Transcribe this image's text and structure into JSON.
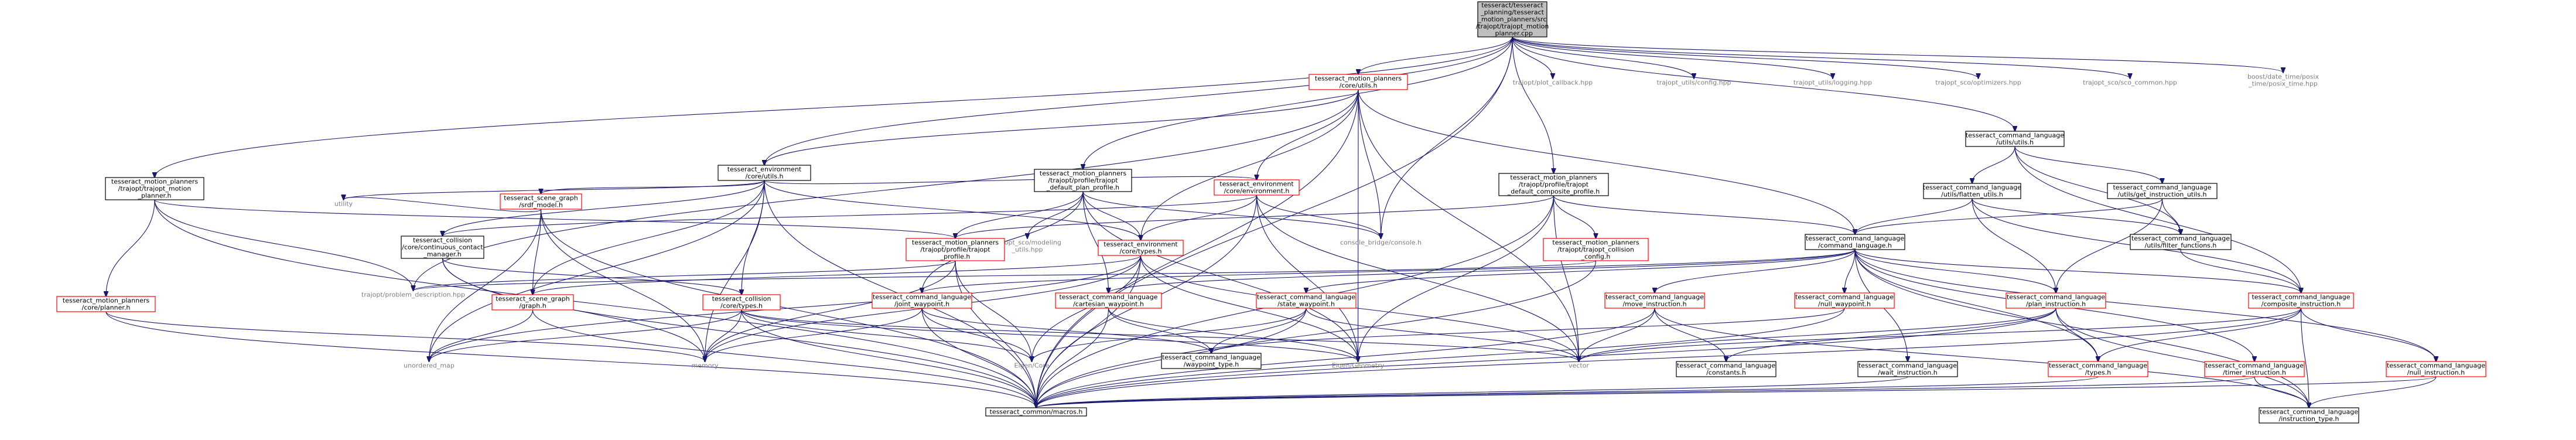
{
  "colors": {
    "edge": "#191970",
    "root_fill": "#bfbfbf",
    "link_border": "#ff0000",
    "doc_border": "#000000",
    "external_text": "#7f7f7f"
  },
  "nodes": [
    {
      "id": "root",
      "kind": "root",
      "lines": [
        "tesseract/tesseract",
        "_planning/tesseract",
        "_motion_planners/src",
        "/trajopt/trajopt_motion",
        "_planner.cpp"
      ]
    },
    {
      "id": "core_utils",
      "kind": "red",
      "lines": [
        "tesseract_motion_planners",
        "/core/utils.h"
      ]
    },
    {
      "id": "plot_callback",
      "kind": "external",
      "lines": [
        "trajopt/plot_callback.hpp"
      ]
    },
    {
      "id": "trajopt_utils_config",
      "kind": "external",
      "lines": [
        "trajopt_utils/config.hpp"
      ]
    },
    {
      "id": "trajopt_utils_logging",
      "kind": "external",
      "lines": [
        "trajopt_utils/logging.hpp"
      ]
    },
    {
      "id": "trajopt_sco_optimizers",
      "kind": "external",
      "lines": [
        "trajopt_sco/optimizers.hpp"
      ]
    },
    {
      "id": "trajopt_sco_common",
      "kind": "external",
      "lines": [
        "trajopt_sco/sco_common.hpp"
      ]
    },
    {
      "id": "boost_posix",
      "kind": "external",
      "lines": [
        "boost/date_time/posix",
        "_time/posix_time.hpp"
      ]
    },
    {
      "id": "cl_utils",
      "kind": "plain",
      "lines": [
        "tesseract_command_language",
        "/utils/utils.h"
      ]
    },
    {
      "id": "env_core_utils",
      "kind": "plain",
      "lines": [
        "tesseract_environment",
        "/core/utils.h"
      ]
    },
    {
      "id": "mp_trajopt_planner",
      "kind": "plain",
      "lines": [
        "tesseract_motion_planners",
        "/trajopt/trajopt_motion",
        "_planner.h"
      ]
    },
    {
      "id": "default_plan_profile",
      "kind": "plain",
      "lines": [
        "tesseract_motion_planners",
        "/trajopt/profile/trajopt",
        "_default_plan_profile.h"
      ]
    },
    {
      "id": "default_composite_profile",
      "kind": "plain",
      "lines": [
        "tesseract_motion_planners",
        "/trajopt/profile/trajopt",
        "_default_composite_profile.h"
      ]
    },
    {
      "id": "flatten_utils",
      "kind": "plain",
      "lines": [
        "tesseract_command_language",
        "/utils/flatten_utils.h"
      ]
    },
    {
      "id": "get_instruction_utils",
      "kind": "plain",
      "lines": [
        "tesseract_command_language",
        "/utils/get_instruction_utils.h"
      ]
    },
    {
      "id": "scene_graph_srdf",
      "kind": "red",
      "lines": [
        "tesseract_scene_graph",
        "/srdf_model.h"
      ]
    },
    {
      "id": "env_core_environment",
      "kind": "red",
      "lines": [
        "tesseract_environment",
        "/core/environment.h"
      ]
    },
    {
      "id": "utility",
      "kind": "external",
      "lines": [
        "utility"
      ]
    },
    {
      "id": "collision_contact_manager",
      "kind": "plain",
      "lines": [
        "tesseract_collision",
        "/core/continuous_contact",
        "_manager.h"
      ]
    },
    {
      "id": "trajopt_sco_modeling",
      "kind": "external",
      "lines": [
        "trajopt_sco/modeling",
        "_utils.hpp"
      ]
    },
    {
      "id": "console_bridge",
      "kind": "external",
      "lines": [
        "console_bridge/console.h"
      ]
    },
    {
      "id": "filter_functions",
      "kind": "plain",
      "lines": [
        "tesseract_command_language",
        "/utils/filter_functions.h"
      ]
    },
    {
      "id": "command_language",
      "kind": "plain",
      "lines": [
        "tesseract_command_language",
        "/command_language.h"
      ]
    },
    {
      "id": "trajopt_profile",
      "kind": "red",
      "lines": [
        "tesseract_motion_planners",
        "/trajopt/profile/trajopt",
        "_profile.h"
      ]
    },
    {
      "id": "env_core_types",
      "kind": "red",
      "lines": [
        "tesseract_environment",
        "/core/types.h"
      ]
    },
    {
      "id": "collision_config",
      "kind": "red",
      "lines": [
        "tesseract_motion_planners",
        "/trajopt/trajopt_collision",
        "_config.h"
      ]
    },
    {
      "id": "mp_core_planner",
      "kind": "red",
      "lines": [
        "tesseract_motion_planners",
        "/core/planner.h"
      ]
    },
    {
      "id": "problem_description",
      "kind": "external",
      "lines": [
        "trajopt/problem_description.hpp"
      ]
    },
    {
      "id": "scene_graph_graph",
      "kind": "red",
      "lines": [
        "tesseract_scene_graph",
        "/graph.h"
      ]
    },
    {
      "id": "collision_core_types",
      "kind": "red",
      "lines": [
        "tesseract_collision",
        "/core/types.h"
      ]
    },
    {
      "id": "joint_waypoint",
      "kind": "red",
      "lines": [
        "tesseract_command_language",
        "/joint_waypoint.h"
      ]
    },
    {
      "id": "cartesian_waypoint",
      "kind": "red",
      "lines": [
        "tesseract_command_language",
        "/cartesian_waypoint.h"
      ]
    },
    {
      "id": "state_waypoint",
      "kind": "red",
      "lines": [
        "tesseract_command_language",
        "/state_waypoint.h"
      ]
    },
    {
      "id": "move_instruction",
      "kind": "red",
      "lines": [
        "tesseract_command_language",
        "/move_instruction.h"
      ]
    },
    {
      "id": "null_waypoint",
      "kind": "red",
      "lines": [
        "tesseract_command_language",
        "/null_waypoint.h"
      ]
    },
    {
      "id": "plan_instruction",
      "kind": "red",
      "lines": [
        "tesseract_command_language",
        "/plan_instruction.h"
      ]
    },
    {
      "id": "composite_instruction",
      "kind": "red",
      "lines": [
        "tesseract_command_language",
        "/composite_instruction.h"
      ]
    },
    {
      "id": "unordered_map",
      "kind": "external",
      "lines": [
        "unordered_map"
      ]
    },
    {
      "id": "memory",
      "kind": "external",
      "lines": [
        "memory"
      ]
    },
    {
      "id": "eigen_core",
      "kind": "external",
      "lines": [
        "Eigen/Core"
      ]
    },
    {
      "id": "waypoint_type",
      "kind": "plain",
      "lines": [
        "tesseract_command_language",
        "/waypoint_type.h"
      ]
    },
    {
      "id": "eigen_geometry",
      "kind": "external",
      "lines": [
        "Eigen/Geometry"
      ]
    },
    {
      "id": "vector",
      "kind": "external",
      "lines": [
        "vector"
      ]
    },
    {
      "id": "constants",
      "kind": "plain",
      "lines": [
        "tesseract_command_language",
        "/constants.h"
      ]
    },
    {
      "id": "wait_instruction",
      "kind": "plain",
      "lines": [
        "tesseract_command_language",
        "/wait_instruction.h"
      ]
    },
    {
      "id": "cl_types",
      "kind": "red",
      "lines": [
        "tesseract_command_language",
        "/types.h"
      ]
    },
    {
      "id": "timer_instruction",
      "kind": "red",
      "lines": [
        "tesseract_command_language",
        "/timer_instruction.h"
      ]
    },
    {
      "id": "null_instruction",
      "kind": "red",
      "lines": [
        "tesseract_command_language",
        "/null_instruction.h"
      ]
    },
    {
      "id": "macros",
      "kind": "plain",
      "lines": [
        "tesseract_common/macros.h"
      ]
    },
    {
      "id": "instruction_type",
      "kind": "plain",
      "lines": [
        "tesseract_command_language",
        "/instruction_type.h"
      ]
    }
  ],
  "edges": [
    [
      "root",
      "core_utils"
    ],
    [
      "root",
      "plot_callback"
    ],
    [
      "root",
      "trajopt_utils_config"
    ],
    [
      "root",
      "trajopt_utils_logging"
    ],
    [
      "root",
      "trajopt_sco_optimizers"
    ],
    [
      "root",
      "trajopt_sco_common"
    ],
    [
      "root",
      "boost_posix"
    ],
    [
      "root",
      "cl_utils"
    ],
    [
      "root",
      "env_core_utils"
    ],
    [
      "root",
      "mp_trajopt_planner"
    ],
    [
      "root",
      "default_plan_profile"
    ],
    [
      "root",
      "default_composite_profile"
    ],
    [
      "root",
      "console_bridge"
    ],
    [
      "root",
      "macros"
    ],
    [
      "core_utils",
      "env_core_utils"
    ],
    [
      "core_utils",
      "env_core_environment"
    ],
    [
      "core_utils",
      "command_language"
    ],
    [
      "core_utils",
      "console_bridge"
    ],
    [
      "core_utils",
      "problem_description"
    ],
    [
      "core_utils",
      "env_core_types"
    ],
    [
      "core_utils",
      "macros"
    ],
    [
      "core_utils",
      "eigen_geometry"
    ],
    [
      "core_utils",
      "vector"
    ],
    [
      "cl_utils",
      "flatten_utils"
    ],
    [
      "cl_utils",
      "get_instruction_utils"
    ],
    [
      "cl_utils",
      "filter_functions"
    ],
    [
      "cl_utils",
      "composite_instruction"
    ],
    [
      "env_core_utils",
      "scene_graph_srdf"
    ],
    [
      "env_core_utils",
      "env_core_environment"
    ],
    [
      "env_core_utils",
      "utility"
    ],
    [
      "env_core_utils",
      "collision_contact_manager"
    ],
    [
      "env_core_utils",
      "scene_graph_graph"
    ],
    [
      "env_core_utils",
      "collision_core_types"
    ],
    [
      "env_core_utils",
      "env_core_types"
    ],
    [
      "env_core_utils",
      "macros"
    ],
    [
      "env_core_utils",
      "memory"
    ],
    [
      "env_core_utils",
      "unordered_map"
    ],
    [
      "mp_trajopt_planner",
      "mp_core_planner"
    ],
    [
      "mp_trajopt_planner",
      "problem_description"
    ],
    [
      "mp_trajopt_planner",
      "trajopt_profile"
    ],
    [
      "mp_trajopt_planner",
      "macros"
    ],
    [
      "default_plan_profile",
      "trajopt_profile"
    ],
    [
      "default_plan_profile",
      "trajopt_sco_modeling"
    ],
    [
      "default_plan_profile",
      "console_bridge"
    ],
    [
      "default_plan_profile",
      "env_core_types"
    ],
    [
      "default_plan_profile",
      "joint_waypoint"
    ],
    [
      "default_plan_profile",
      "cartesian_waypoint"
    ],
    [
      "default_plan_profile",
      "eigen_geometry"
    ],
    [
      "default_composite_profile",
      "trajopt_profile"
    ],
    [
      "default_composite_profile",
      "collision_config"
    ],
    [
      "default_composite_profile",
      "macros"
    ],
    [
      "default_composite_profile",
      "vector"
    ],
    [
      "default_composite_profile",
      "eigen_geometry"
    ],
    [
      "default_composite_profile",
      "command_language"
    ],
    [
      "flatten_utils",
      "command_language"
    ],
    [
      "flatten_utils",
      "plan_instruction"
    ],
    [
      "flatten_utils",
      "filter_functions"
    ],
    [
      "flatten_utils",
      "composite_instruction"
    ],
    [
      "get_instruction_utils",
      "command_language"
    ],
    [
      "get_instruction_utils",
      "plan_instruction"
    ],
    [
      "get_instruction_utils",
      "filter_functions"
    ],
    [
      "scene_graph_srdf",
      "scene_graph_graph"
    ],
    [
      "scene_graph_srdf",
      "utility"
    ],
    [
      "scene_graph_srdf",
      "memory"
    ],
    [
      "scene_graph_srdf",
      "macros"
    ],
    [
      "scene_graph_srdf",
      "unordered_map"
    ],
    [
      "env_core_environment",
      "console_bridge"
    ],
    [
      "env_core_environment",
      "collision_contact_manager"
    ],
    [
      "env_core_environment",
      "env_core_types"
    ],
    [
      "env_core_environment",
      "macros"
    ],
    [
      "env_core_environment",
      "vector"
    ],
    [
      "env_core_environment",
      "eigen_geometry"
    ],
    [
      "collision_contact_manager",
      "collision_core_types"
    ],
    [
      "collision_contact_manager",
      "macros"
    ],
    [
      "collision_contact_manager",
      "memory"
    ],
    [
      "filter_functions",
      "composite_instruction"
    ],
    [
      "command_language",
      "joint_waypoint"
    ],
    [
      "command_language",
      "cartesian_waypoint"
    ],
    [
      "command_language",
      "state_waypoint"
    ],
    [
      "command_language",
      "move_instruction"
    ],
    [
      "command_language",
      "null_waypoint"
    ],
    [
      "command_language",
      "plan_instruction"
    ],
    [
      "command_language",
      "composite_instruction"
    ],
    [
      "command_language",
      "wait_instruction"
    ],
    [
      "command_language",
      "timer_instruction"
    ],
    [
      "command_language",
      "null_instruction"
    ],
    [
      "command_language",
      "cl_types"
    ],
    [
      "command_language",
      "instruction_type"
    ],
    [
      "trajopt_profile",
      "problem_description"
    ],
    [
      "trajopt_profile",
      "macros"
    ],
    [
      "trajopt_profile",
      "memory"
    ],
    [
      "trajopt_profile",
      "eigen_core"
    ],
    [
      "env_core_types",
      "scene_graph_graph"
    ],
    [
      "env_core_types",
      "macros"
    ],
    [
      "env_core_types",
      "memory"
    ],
    [
      "env_core_types",
      "unordered_map"
    ],
    [
      "env_core_types",
      "eigen_geometry"
    ],
    [
      "env_core_types",
      "vector"
    ],
    [
      "env_core_types",
      "eigen_core"
    ],
    [
      "collision_config",
      "problem_description"
    ],
    [
      "collision_config",
      "macros"
    ],
    [
      "mp_core_planner",
      "macros"
    ],
    [
      "mp_core_planner",
      "memory"
    ],
    [
      "scene_graph_graph",
      "macros"
    ],
    [
      "scene_graph_graph",
      "unordered_map"
    ],
    [
      "collision_core_types",
      "macros"
    ],
    [
      "collision_core_types",
      "memory"
    ],
    [
      "collision_core_types",
      "eigen_geometry"
    ],
    [
      "collision_core_types",
      "vector"
    ],
    [
      "collision_core_types",
      "unordered_map"
    ],
    [
      "collision_core_types",
      "eigen_core"
    ],
    [
      "joint_waypoint",
      "macros"
    ],
    [
      "joint_waypoint",
      "eigen_core"
    ],
    [
      "joint_waypoint",
      "waypoint_type"
    ],
    [
      "joint_waypoint",
      "memory"
    ],
    [
      "cartesian_waypoint",
      "macros"
    ],
    [
      "cartesian_waypoint",
      "eigen_geometry"
    ],
    [
      "cartesian_waypoint",
      "waypoint_type"
    ],
    [
      "state_waypoint",
      "macros"
    ],
    [
      "state_waypoint",
      "eigen_core"
    ],
    [
      "state_waypoint",
      "waypoint_type"
    ],
    [
      "state_waypoint",
      "vector"
    ],
    [
      "move_instruction",
      "macros"
    ],
    [
      "move_instruction",
      "constants"
    ],
    [
      "move_instruction",
      "instruction_type"
    ],
    [
      "move_instruction",
      "vector"
    ],
    [
      "null_waypoint",
      "macros"
    ],
    [
      "null_waypoint",
      "waypoint_type"
    ],
    [
      "plan_instruction",
      "macros"
    ],
    [
      "plan_instruction",
      "constants"
    ],
    [
      "plan_instruction",
      "instruction_type"
    ],
    [
      "plan_instruction",
      "cl_types"
    ],
    [
      "plan_instruction",
      "vector"
    ],
    [
      "composite_instruction",
      "macros"
    ],
    [
      "composite_instruction",
      "vector"
    ],
    [
      "composite_instruction",
      "instruction_type"
    ],
    [
      "composite_instruction",
      "null_instruction"
    ],
    [
      "composite_instruction",
      "cl_types"
    ],
    [
      "wait_instruction",
      "macros"
    ],
    [
      "timer_instruction",
      "macros"
    ],
    [
      "timer_instruction",
      "instruction_type"
    ],
    [
      "null_instruction",
      "macros"
    ],
    [
      "null_instruction",
      "instruction_type"
    ],
    [
      "cl_types",
      "macros"
    ]
  ]
}
